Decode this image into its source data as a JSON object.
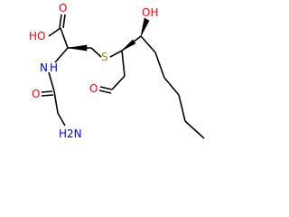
{
  "atom_labels": {
    "acid_oh": "HO",
    "acid_o": "O",
    "amide_nh": "N",
    "amide_h": "H",
    "amide_o": "O",
    "amine_h2n": "H2N",
    "thioether_s": "S",
    "aldehyde_o": "O",
    "alcohol_oh": "OH"
  },
  "colors": {
    "carbon_bonds": "#000000",
    "oxygen": "#ff0000",
    "nitrogen": "#0000ff",
    "sulfur": "#b8860b",
    "background": "#ffffff"
  }
}
